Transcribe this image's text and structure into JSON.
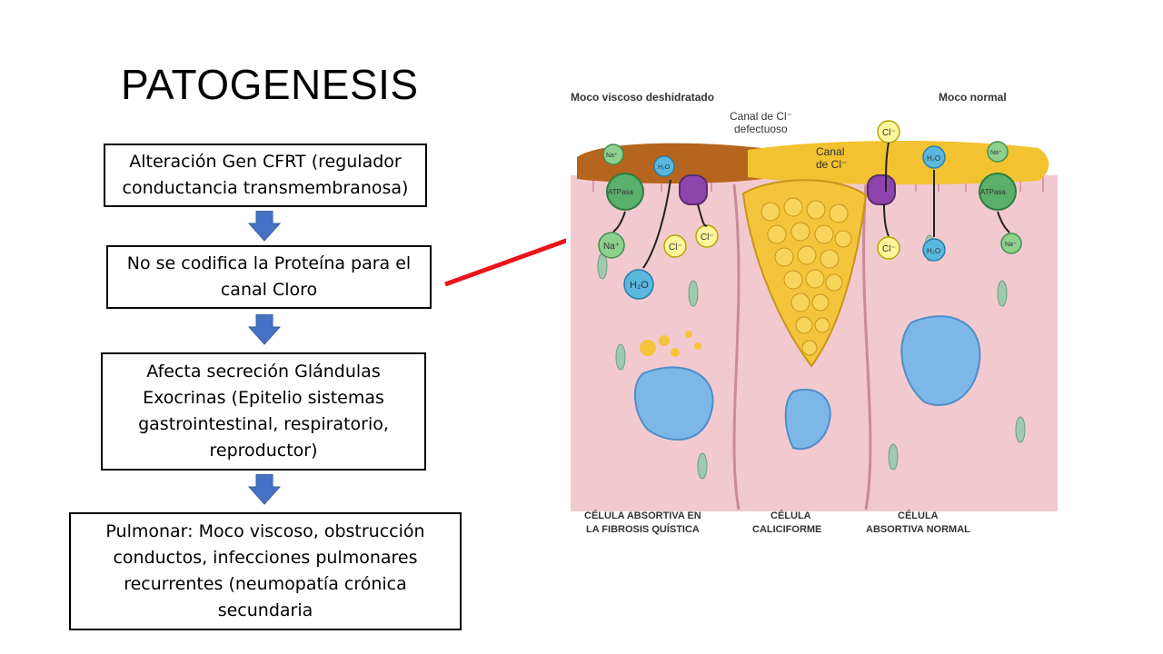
{
  "slide": {
    "title": "PATOGENESIS"
  },
  "flow": [
    {
      "lines": [
        "Alteración Gen CFRT (regulador",
        "conductancia transmembranosa)"
      ]
    },
    {
      "lines": [
        "No se codifica la Proteína para el",
        "canal Cloro"
      ]
    },
    {
      "lines": [
        "Afecta secreción Glándulas",
        "Exocrinas (Epitelio sistemas",
        "gastrointestinal, respiratorio,",
        "reproductor)"
      ]
    },
    {
      "lines": [
        "Pulmonar: Moco viscoso, obstrucción",
        "conductos, infecciones pulmonares",
        "recurrentes (neumopatía crónica",
        "secundaria"
      ]
    }
  ],
  "colors": {
    "flow_arrow": "#4472c4",
    "pointer_arrow": "#e8141a"
  },
  "figure": {
    "label_dehydrated": "Moco viscoso deshidratado",
    "label_normal": "Moco normal",
    "label_defective_channel_1": "Canal de Cl⁻",
    "label_defective_channel_2": "defectuoso",
    "label_channel_1": "Canal",
    "label_channel_2": "de Cl⁻",
    "ion_na": "Na⁺",
    "ion_h2o": "H₂O",
    "ion_cl": "Cl⁻",
    "atpase": "ATPasa",
    "cell_left_1": "CÉLULA ABSORTIVA EN",
    "cell_left_2": "LA FIBROSIS QUÍSTICA",
    "cell_mid_1": "CÉLULA",
    "cell_mid_2": "CALICIFORME",
    "cell_right_1": "CÉLULA",
    "cell_right_2": "ABSORTIVA NORMAL"
  }
}
